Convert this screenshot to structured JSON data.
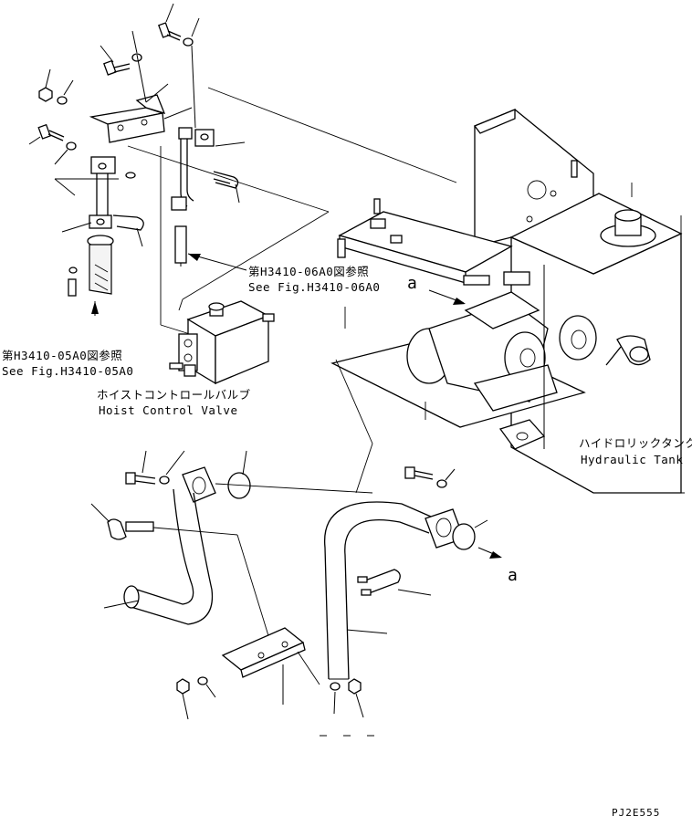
{
  "labels": {
    "fig_06a0_jp": "第H3410-06A0図参照",
    "fig_06a0_en": "See Fig.H3410-06A0",
    "fig_05a0_jp": "第H3410-05A0図参照",
    "fig_05a0_en": "See Fig.H3410-05A0",
    "hoist_valve_jp": "ホイストコントロールバルブ",
    "hoist_valve_en": "Hoist Control Valve",
    "hyd_tank_jp": "ハイドロリックタンク",
    "hyd_tank_en": "Hydraulic Tank",
    "callout_a_top": "a",
    "callout_a_bottom": "a",
    "drawing_code": "PJ2E555"
  }
}
